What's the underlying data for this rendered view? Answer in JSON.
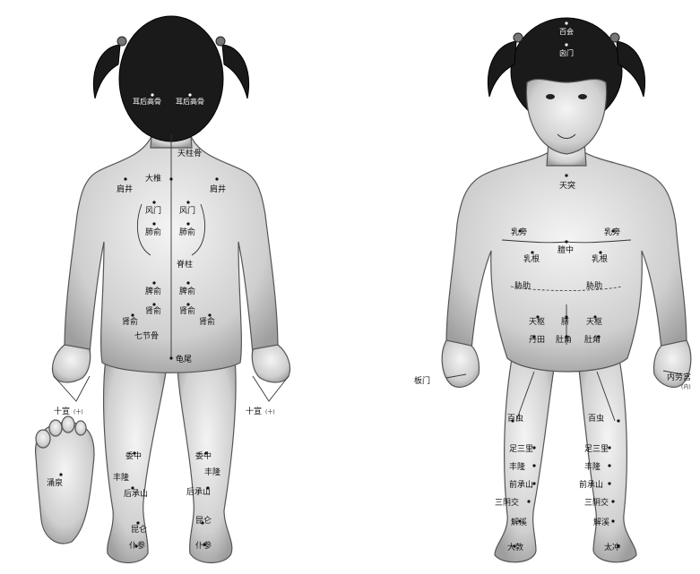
{
  "back_view": {
    "head": {
      "left": "耳后高骨",
      "right": "耳后高骨"
    },
    "neck": "天柱骨",
    "upper": {
      "dazhui": "大椎",
      "jianjing_left": "肩井",
      "jianjing_right": "肩井",
      "fengmen_left": "风门",
      "fengmen_right": "风门",
      "feishu_left": "肺俞",
      "feishu_right": "肺俞"
    },
    "spine": "脊柱",
    "middle": {
      "pishu_left": "脾俞",
      "pishu_right": "脾俞",
      "shenshu_left": "肾俞",
      "shenshu_right": "肾俞",
      "shenshu2_left": "肾俞",
      "shenshu2_right": "肾俞"
    },
    "lower": {
      "qijiegu": "七节骨",
      "guiwei": "龟尾"
    },
    "hand_left": "十宣",
    "hand_left_note": "(十)",
    "hand_right": "十宣",
    "hand_right_note": "(十)",
    "foot": "涌泉",
    "legs": {
      "weizhong_left": "委中",
      "weizhong_right": "委中",
      "left_a": "丰隆",
      "right_a": "丰隆",
      "chengshan_left": "后承山",
      "chengshan_right": "后承山",
      "kunlun_left": "昆仑",
      "kunlun_right": "昆仑",
      "pucan_left": "仆参",
      "pucan_right": "仆参"
    }
  },
  "front_view": {
    "head": {
      "baihui": "百会",
      "xinmen": "囟门"
    },
    "neck": "天突",
    "chest": {
      "left_upper": "乳旁",
      "right_upper": "乳旁",
      "left_rugen": "乳根",
      "center": "膻中",
      "right_rugen": "乳根"
    },
    "rib_line_left": "胁肋",
    "rib_line_right": "胁肋",
    "abdomen": {
      "tianshu_left": "天枢",
      "center": "脐",
      "tianshu_right": "天枢",
      "left_low": "丹田",
      "center_low": "肚角",
      "right_low": "肚角"
    },
    "hand_left": "板门",
    "hand_right": "内劳宫",
    "hand_right_note": "(内)",
    "legs": {
      "left_a": "足三里",
      "right_a": "足三里",
      "left_b": "丰隆",
      "right_b": "丰隆",
      "left_c": "前承山",
      "right_c": "前承山",
      "left_d": "三阴交",
      "right_d": "三阴交",
      "left_e": "解溪",
      "right_e": "解溪",
      "left_f": "大敦",
      "right_f": "太冲",
      "left_knee": "百虫",
      "right_knee": "百虫"
    }
  }
}
